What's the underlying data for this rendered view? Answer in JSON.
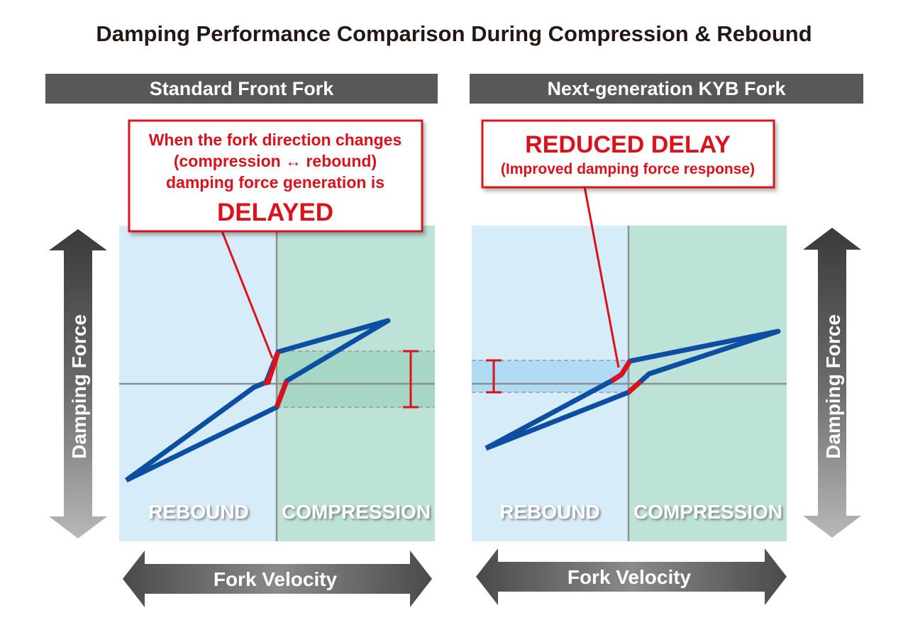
{
  "title": "Damping Performance Comparison During Compression & Rebound",
  "colors": {
    "header_bg": "#595757",
    "rebound_zone": "#d6ecf8",
    "compression_zone": "#bde2d8",
    "curve_blue": "#0b4ea2",
    "accent_red": "#d9121b",
    "highlight_green": "#9fd3bf",
    "highlight_blue": "#a9d8f4"
  },
  "left_panel": {
    "header": "Standard Front Fork",
    "callout": {
      "line1": "When the fork direction changes",
      "line2_a": "(compression",
      "line2_arrow": "↔",
      "line2_b": "rebound)",
      "line3": "damping force generation is",
      "emphasis": "DELAYED"
    },
    "zone_left": "REBOUND",
    "zone_right": "COMPRESSION",
    "y_axis": "Damping Force",
    "x_axis": "Fork Velocity"
  },
  "right_panel": {
    "header": "Next-generation KYB Fork",
    "callout": {
      "title": "REDUCED DELAY",
      "subtitle": "(Improved damping force response)"
    },
    "zone_left": "REBOUND",
    "zone_right": "COMPRESSION",
    "y_axis": "Damping Force",
    "x_axis": "Fork Velocity"
  }
}
